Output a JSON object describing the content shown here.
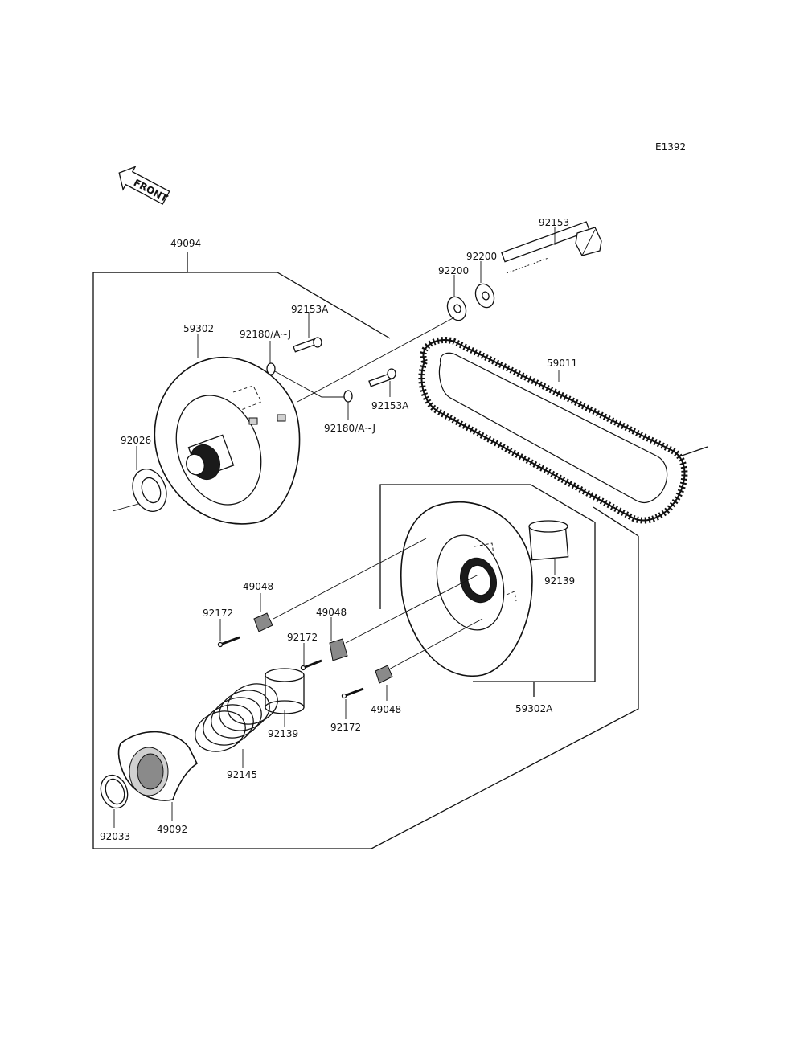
{
  "diagram_code": "E1392",
  "front_label": "FRONT",
  "parts": [
    {
      "key": "p49094",
      "number": "49094"
    },
    {
      "key": "p59302",
      "number": "59302"
    },
    {
      "key": "p92153",
      "number": "92153"
    },
    {
      "key": "p92200a",
      "number": "92200"
    },
    {
      "key": "p92200b",
      "number": "92200"
    },
    {
      "key": "p92153Aa",
      "number": "92153A"
    },
    {
      "key": "p92180a",
      "number": "92180/A~J"
    },
    {
      "key": "p92153Ab",
      "number": "92153A"
    },
    {
      "key": "p92180b",
      "number": "92180/A~J"
    },
    {
      "key": "p59011",
      "number": "59011"
    },
    {
      "key": "p92026",
      "number": "92026"
    },
    {
      "key": "p92139a",
      "number": "92139"
    },
    {
      "key": "p49048a",
      "number": "49048"
    },
    {
      "key": "p92172a",
      "number": "92172"
    },
    {
      "key": "p49048b",
      "number": "49048"
    },
    {
      "key": "p92172b",
      "number": "92172"
    },
    {
      "key": "p92139b",
      "number": "92139"
    },
    {
      "key": "p49048c",
      "number": "49048"
    },
    {
      "key": "p92172c",
      "number": "92172"
    },
    {
      "key": "p59302A",
      "number": "59302A"
    },
    {
      "key": "p92145",
      "number": "92145"
    },
    {
      "key": "p92033",
      "number": "92033"
    },
    {
      "key": "p49092",
      "number": "49092"
    }
  ]
}
